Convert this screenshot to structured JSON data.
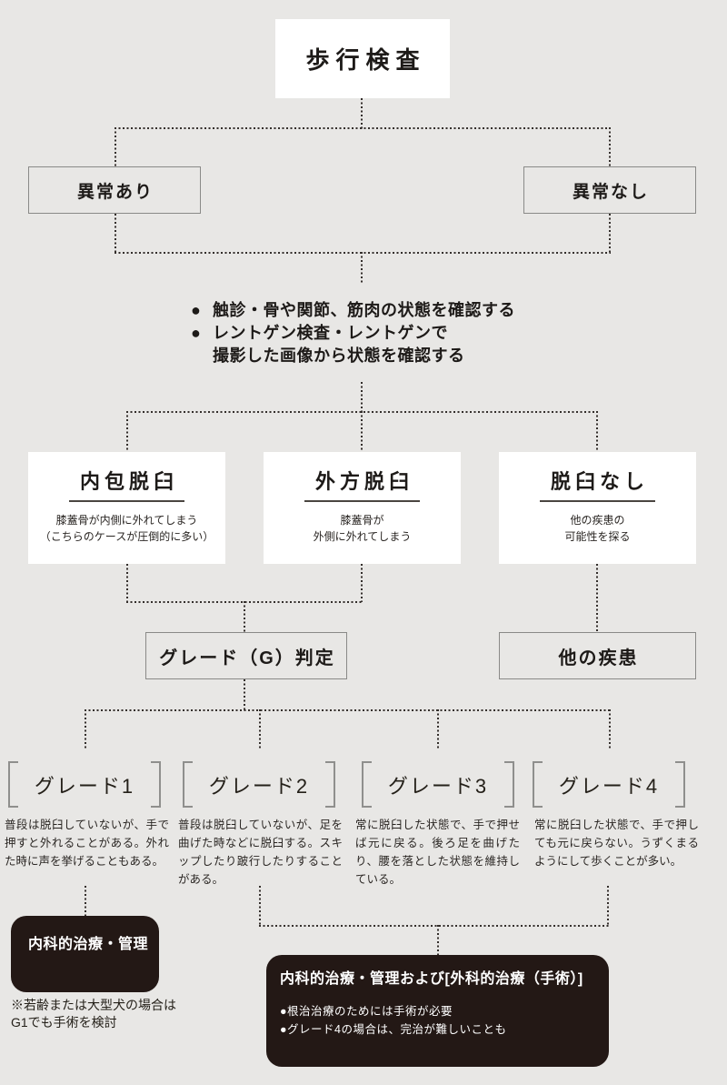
{
  "flow": {
    "title": "歩行検査",
    "branch": {
      "abnormal": "異常あり",
      "normal": "異常なし"
    },
    "exam_notes": [
      {
        "bullet": "●",
        "text": "触診・骨や関節、筋肉の状態を確認する"
      },
      {
        "bullet": "●",
        "text": "レントゲン検査・レントゲンで"
      },
      {
        "bullet": "",
        "text": "撮影した画像から状態を確認する"
      }
    ],
    "diagnoses": [
      {
        "heading": "内包脱臼",
        "line1": "膝蓋骨が内側に外れてしまう",
        "line2": "（こちらのケースが圧倒的に多い）"
      },
      {
        "heading": "外方脱臼",
        "line1": "膝蓋骨が",
        "line2": "外側に外れてしまう"
      },
      {
        "heading": "脱臼なし",
        "line1": "他の疾患の",
        "line2": "可能性を探る"
      }
    ],
    "grade_judge": "グレード（G）判定",
    "other_disease": "他の疾患",
    "grades": [
      {
        "label": "グレード1",
        "desc": "普段は脱臼していないが、手で押すと外れることがある。外れた時に声を挙げることもある。"
      },
      {
        "label": "グレード2",
        "desc": "普段は脱臼していないが、足を曲げた時などに脱臼する。スキップしたり跛行したりすることがある。"
      },
      {
        "label": "グレード3",
        "desc": "常に脱臼した状態で、手で押せば元に戻る。後ろ足を曲げたり、腰を落とした状態を維持している。"
      },
      {
        "label": "グレード4",
        "desc": "常に脱臼した状態で、手で押しても元に戻らない。うずくまるようにして歩くことが多い。"
      }
    ],
    "treatment_conservative": {
      "title": "内科的治療・管理",
      "note_line1": "※若齢または大型犬の場合は",
      "note_line2": "G1でも手術を検討"
    },
    "treatment_surgical": {
      "title": "内科的治療・管理および[外科的治療（手術）]",
      "bullets": [
        "●根治治療のためには手術が必要",
        "●グレード4の場合は、完治が難しいことも"
      ]
    }
  },
  "colors": {
    "page_background": "#e8e7e5",
    "node_white": "#ffffff",
    "node_dark": "#231815",
    "outline_gray": "#8a8a88",
    "dotted_line": "#332e2b",
    "text_dark": "#1d1a18",
    "text_white": "#ffffff"
  }
}
